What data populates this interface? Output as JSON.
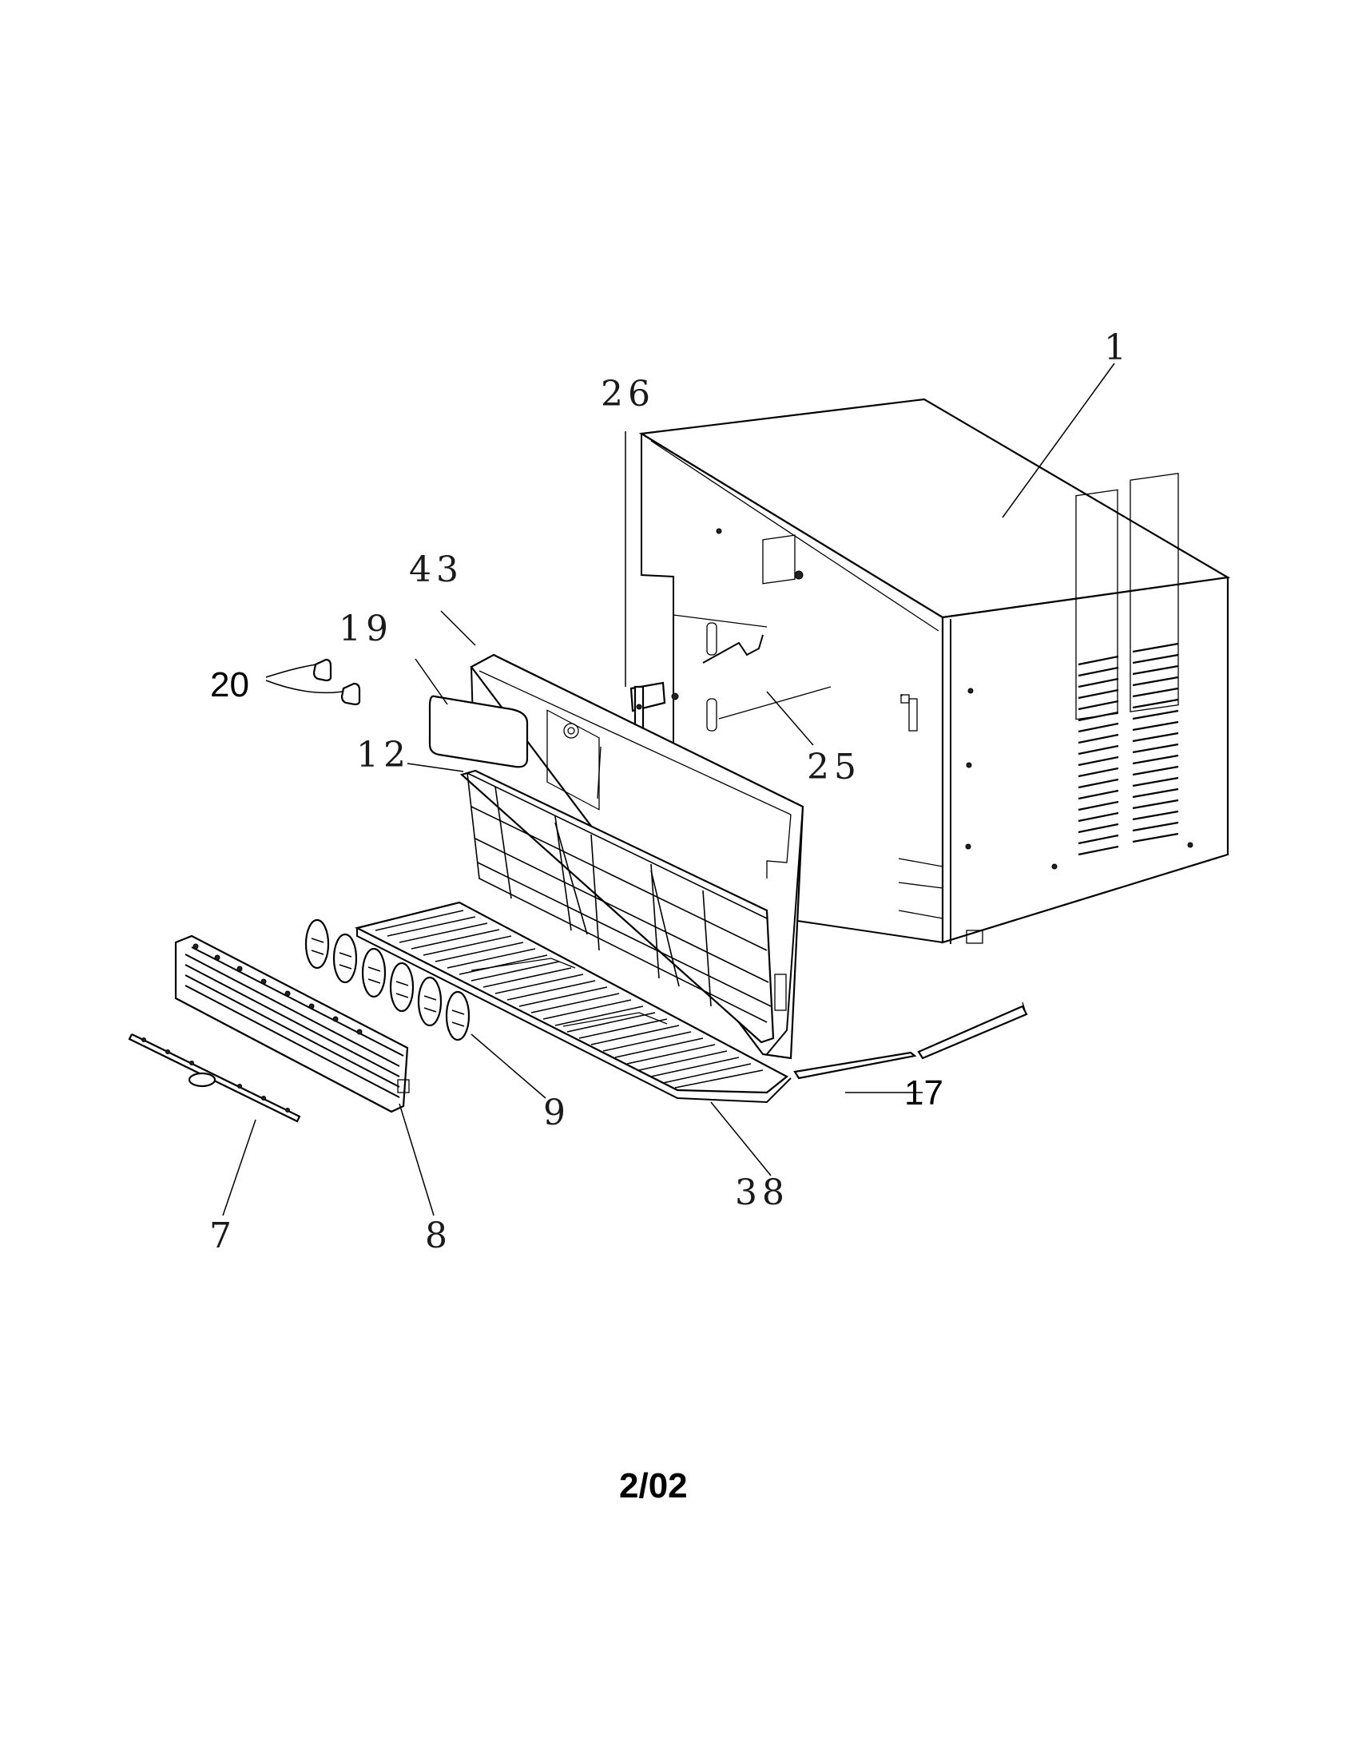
{
  "callouts": [
    {
      "id": "1",
      "text": "1"
    },
    {
      "id": "26",
      "text": "26"
    },
    {
      "id": "43",
      "text": "43"
    },
    {
      "id": "19",
      "text": "19"
    },
    {
      "id": "20",
      "text": "20"
    },
    {
      "id": "12",
      "text": "12"
    },
    {
      "id": "25",
      "text": "25"
    },
    {
      "id": "9",
      "text": "9"
    },
    {
      "id": "17",
      "text": "17"
    },
    {
      "id": "38",
      "text": "38"
    },
    {
      "id": "7",
      "text": "7"
    },
    {
      "id": "8",
      "text": "8"
    }
  ],
  "footer": {
    "page_number": "2/02"
  }
}
